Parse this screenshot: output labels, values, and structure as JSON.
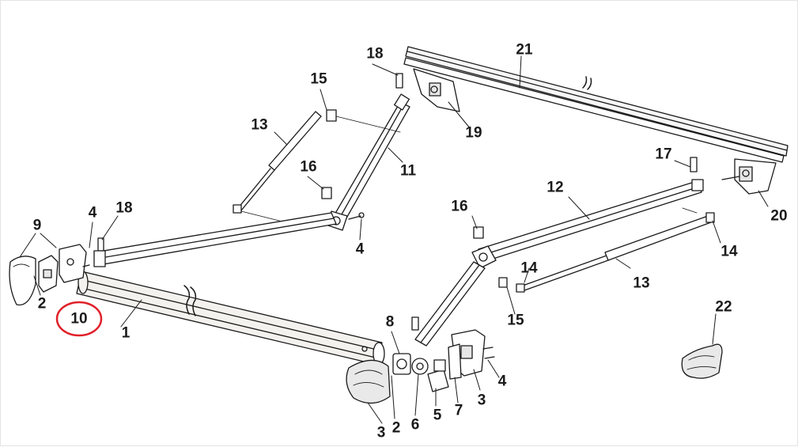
{
  "callouts": [
    {
      "id": "c1",
      "text": "1"
    },
    {
      "id": "c2a",
      "text": "2"
    },
    {
      "id": "c2b",
      "text": "2"
    },
    {
      "id": "c3a",
      "text": "3"
    },
    {
      "id": "c3b",
      "text": "3"
    },
    {
      "id": "c4a",
      "text": "4"
    },
    {
      "id": "c4b",
      "text": "4"
    },
    {
      "id": "c4c",
      "text": "4"
    },
    {
      "id": "c5",
      "text": "5"
    },
    {
      "id": "c6",
      "text": "6"
    },
    {
      "id": "c7",
      "text": "7"
    },
    {
      "id": "c8",
      "text": "8"
    },
    {
      "id": "c9",
      "text": "9"
    },
    {
      "id": "c10",
      "text": "10"
    },
    {
      "id": "c11",
      "text": "11"
    },
    {
      "id": "c12",
      "text": "12"
    },
    {
      "id": "c13a",
      "text": "13"
    },
    {
      "id": "c13b",
      "text": "13"
    },
    {
      "id": "c14a",
      "text": "14"
    },
    {
      "id": "c14b",
      "text": "14"
    },
    {
      "id": "c15a",
      "text": "15"
    },
    {
      "id": "c15b",
      "text": "15"
    },
    {
      "id": "c16a",
      "text": "16"
    },
    {
      "id": "c16b",
      "text": "16"
    },
    {
      "id": "c17",
      "text": "17"
    },
    {
      "id": "c18a",
      "text": "18"
    },
    {
      "id": "c18b",
      "text": "18"
    },
    {
      "id": "c19",
      "text": "19"
    },
    {
      "id": "c20",
      "text": "20"
    },
    {
      "id": "c21",
      "text": "21"
    },
    {
      "id": "c22",
      "text": "22"
    }
  ],
  "highlight": {
    "callout": "c10",
    "color": "#e0202a"
  },
  "colors": {
    "line": "#1a1a1a",
    "fill": "#ffffff",
    "shade": "#d9d9d9",
    "tube": "#f4f2ee"
  }
}
